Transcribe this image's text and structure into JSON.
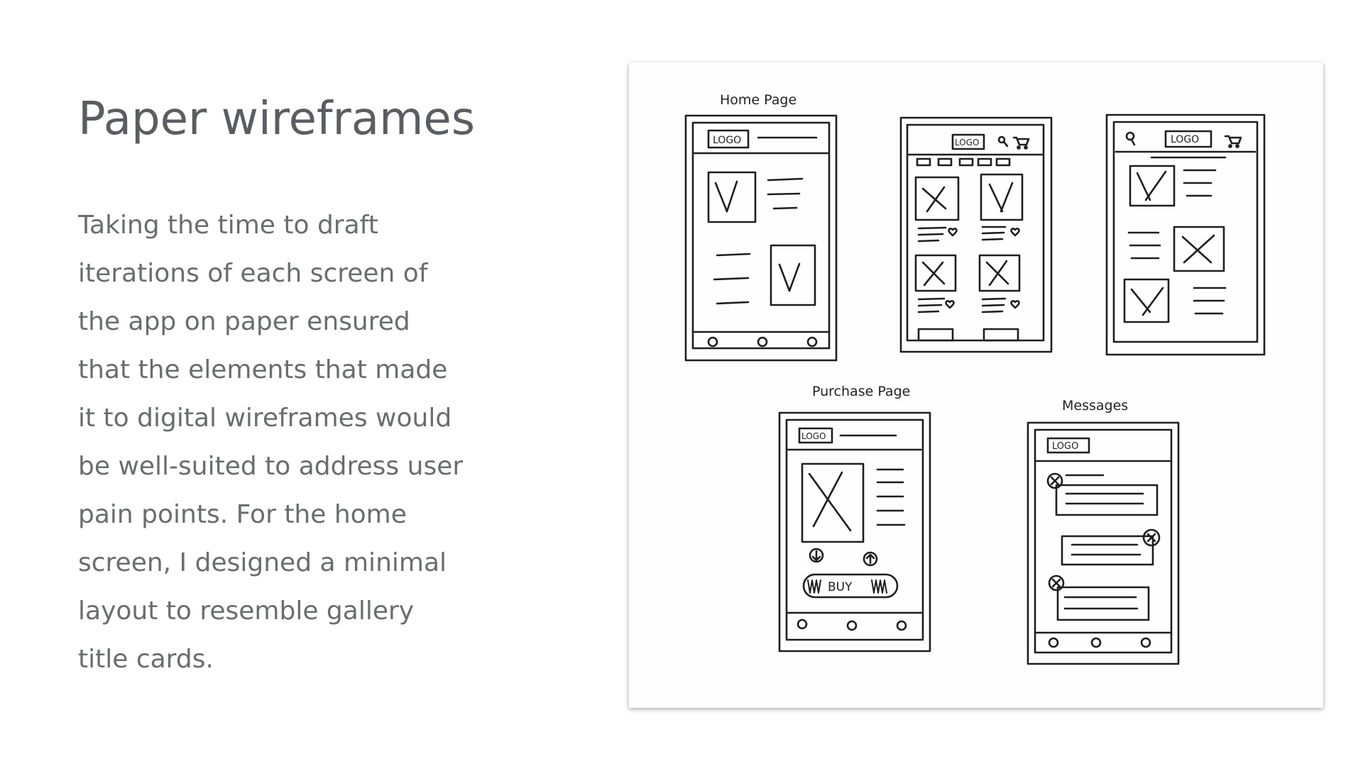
{
  "slide": {
    "title": "Paper wireframes",
    "body_lines": [
      "Taking the time to draft",
      "iterations of each screen of",
      "the app on paper ensured",
      "that the elements that made",
      "it to digital wireframes would",
      "be well-suited to address user",
      "pain points. For the home",
      "screen, I designed a minimal",
      "layout to resemble gallery",
      "title cards."
    ]
  },
  "sketch": {
    "labels": {
      "home": "Home Page",
      "purchase": "Purchase Page",
      "messages": "Messages"
    },
    "logo_text": "LOGO",
    "buy_text": "BUY"
  }
}
